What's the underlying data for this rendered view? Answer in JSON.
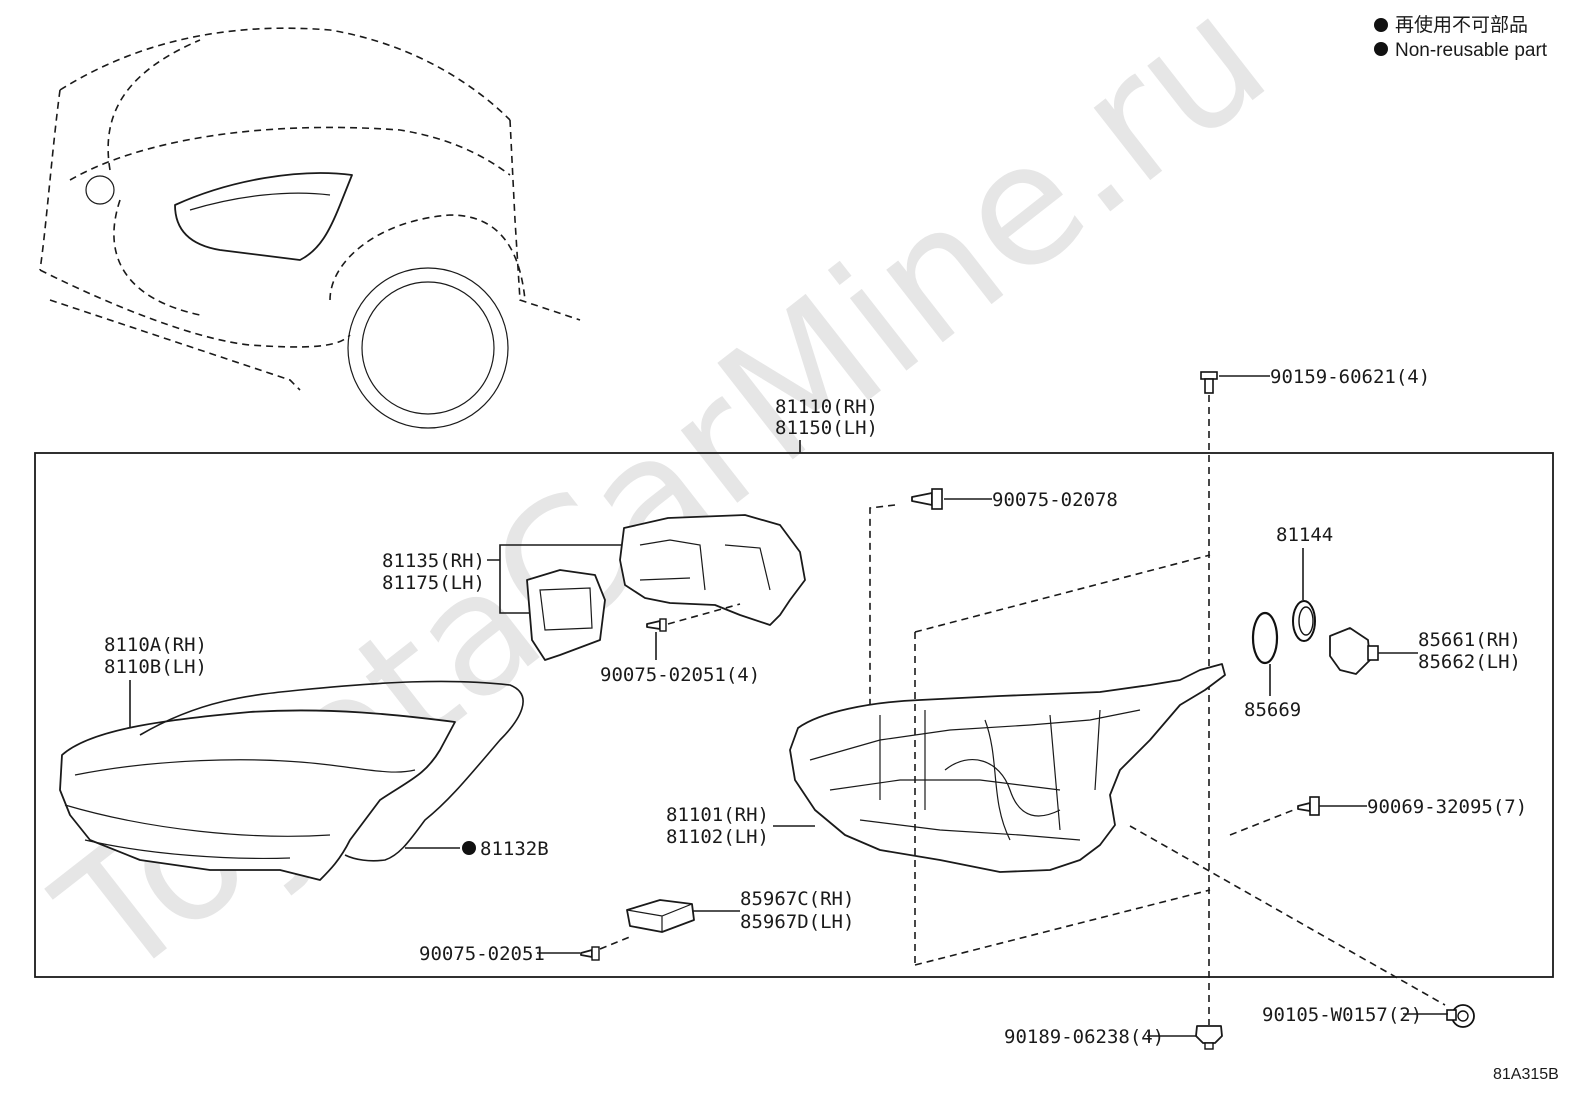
{
  "watermark": "ToyotaCarMine.ru",
  "legend": {
    "items": [
      {
        "text": "再使用不可部品"
      },
      {
        "text": "Non-reusable part"
      }
    ]
  },
  "assembly_labels": [
    "81110(RH)",
    "81150(LH)"
  ],
  "parts": {
    "p90159": "90159-60621(4)",
    "p90075_02078": "90075-02078",
    "p81135": "81135(RH)",
    "p81175": "81175(LH)",
    "p90075_02051_4": "90075-02051(4)",
    "p8110A": "8110A(RH)",
    "p8110B": "8110B(LH)",
    "p81132B": "81132B",
    "p81144": "81144",
    "p85669": "85669",
    "p85661": "85661(RH)",
    "p85662": "85662(LH)",
    "p90069": "90069-32095(7)",
    "p81101": "81101(RH)",
    "p81102": "81102(LH)",
    "p85967C": "85967C(RH)",
    "p85967D": "85967D(LH)",
    "p90075_02051": "90075-02051",
    "p90105": "90105-W0157(2)",
    "p90189": "90189-06238(4)"
  },
  "diagram_code": "81A315B"
}
